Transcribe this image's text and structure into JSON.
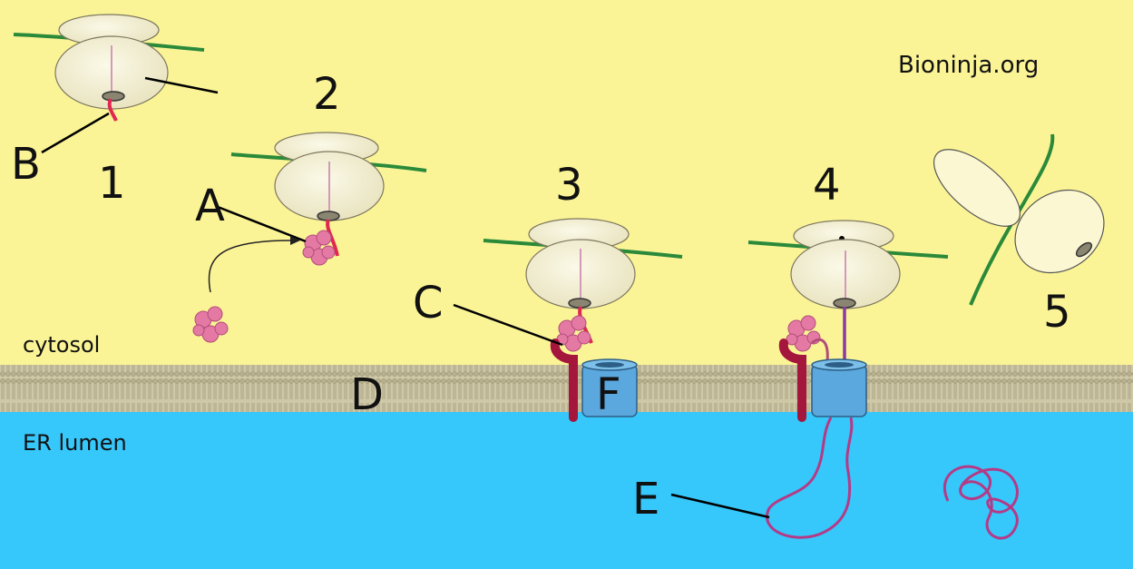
{
  "diagram": {
    "credit": "Bioninja.org",
    "regions": {
      "cytosol": "cytosol",
      "lumen": "ER lumen"
    },
    "step_labels": [
      "1",
      "2",
      "3",
      "4",
      "5"
    ],
    "part_labels": {
      "a": "A",
      "b": "B",
      "c": "C",
      "d": "D",
      "e": "E",
      "f": "F"
    },
    "colors": {
      "cytosol": "#fbf496",
      "lumen": "#36c7fb",
      "membrane": "#c9c2a0",
      "ribosome": "#f7f3d6",
      "mrna": "#2a8a3a",
      "peptide": "#9b3a8a",
      "srp": "#e47aa4",
      "receptor": "#a4163b",
      "translocon": "#5aa8de"
    }
  }
}
